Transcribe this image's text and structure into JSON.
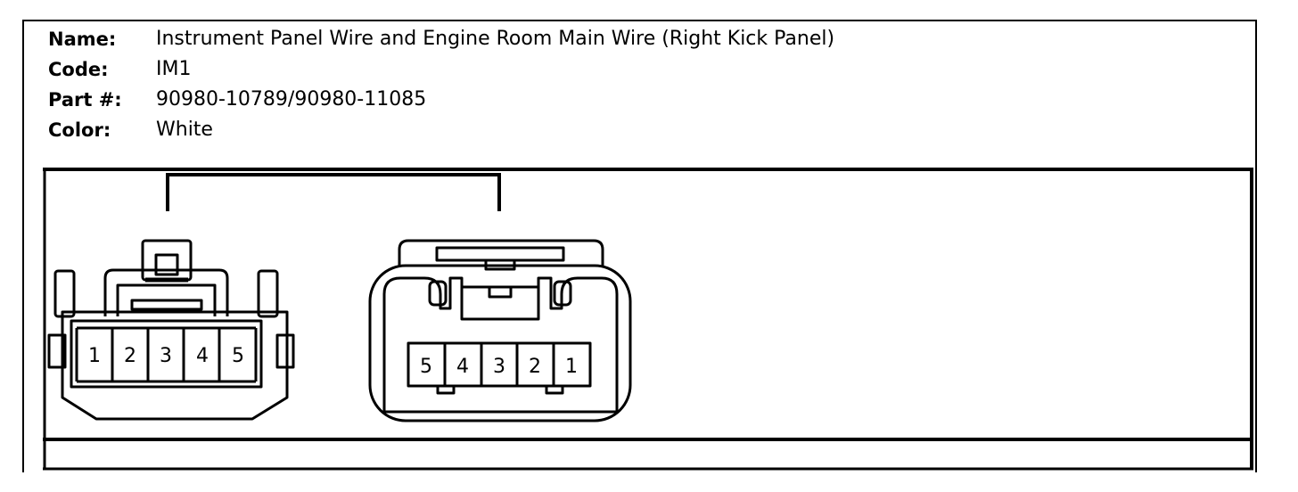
{
  "connector": {
    "name_label": "Name:",
    "name_value": "Instrument Panel Wire and Engine Room Main Wire (Right Kick Panel)",
    "code_label": "Code:",
    "code_value": "IM1",
    "part_label": "Part #:",
    "part_value": "90980-10789/90980-11085",
    "color_label": "Color:",
    "color_value": "White"
  },
  "diagram": {
    "left_connector_pins": [
      "1",
      "2",
      "3",
      "4",
      "5"
    ],
    "right_connector_pins": [
      "5",
      "4",
      "3",
      "2",
      "1"
    ]
  }
}
